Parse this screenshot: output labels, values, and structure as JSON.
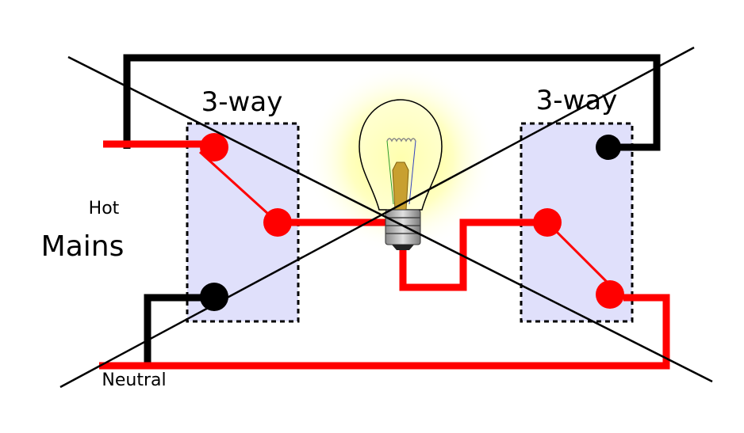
{
  "labels": {
    "switch_left": "3-way",
    "switch_right": "3-way",
    "hot": "Hot",
    "mains": "Mains",
    "neutral": "Neutral"
  },
  "colors": {
    "hot_wire": "#ff0000",
    "neutral_wire": "#000000",
    "switch_box": "#e0e0fb",
    "bulb_glow": "#ffff88",
    "bulb_base": "#c8a030",
    "cross_out": "#000000"
  },
  "icons": [
    "light-bulb-icon"
  ]
}
